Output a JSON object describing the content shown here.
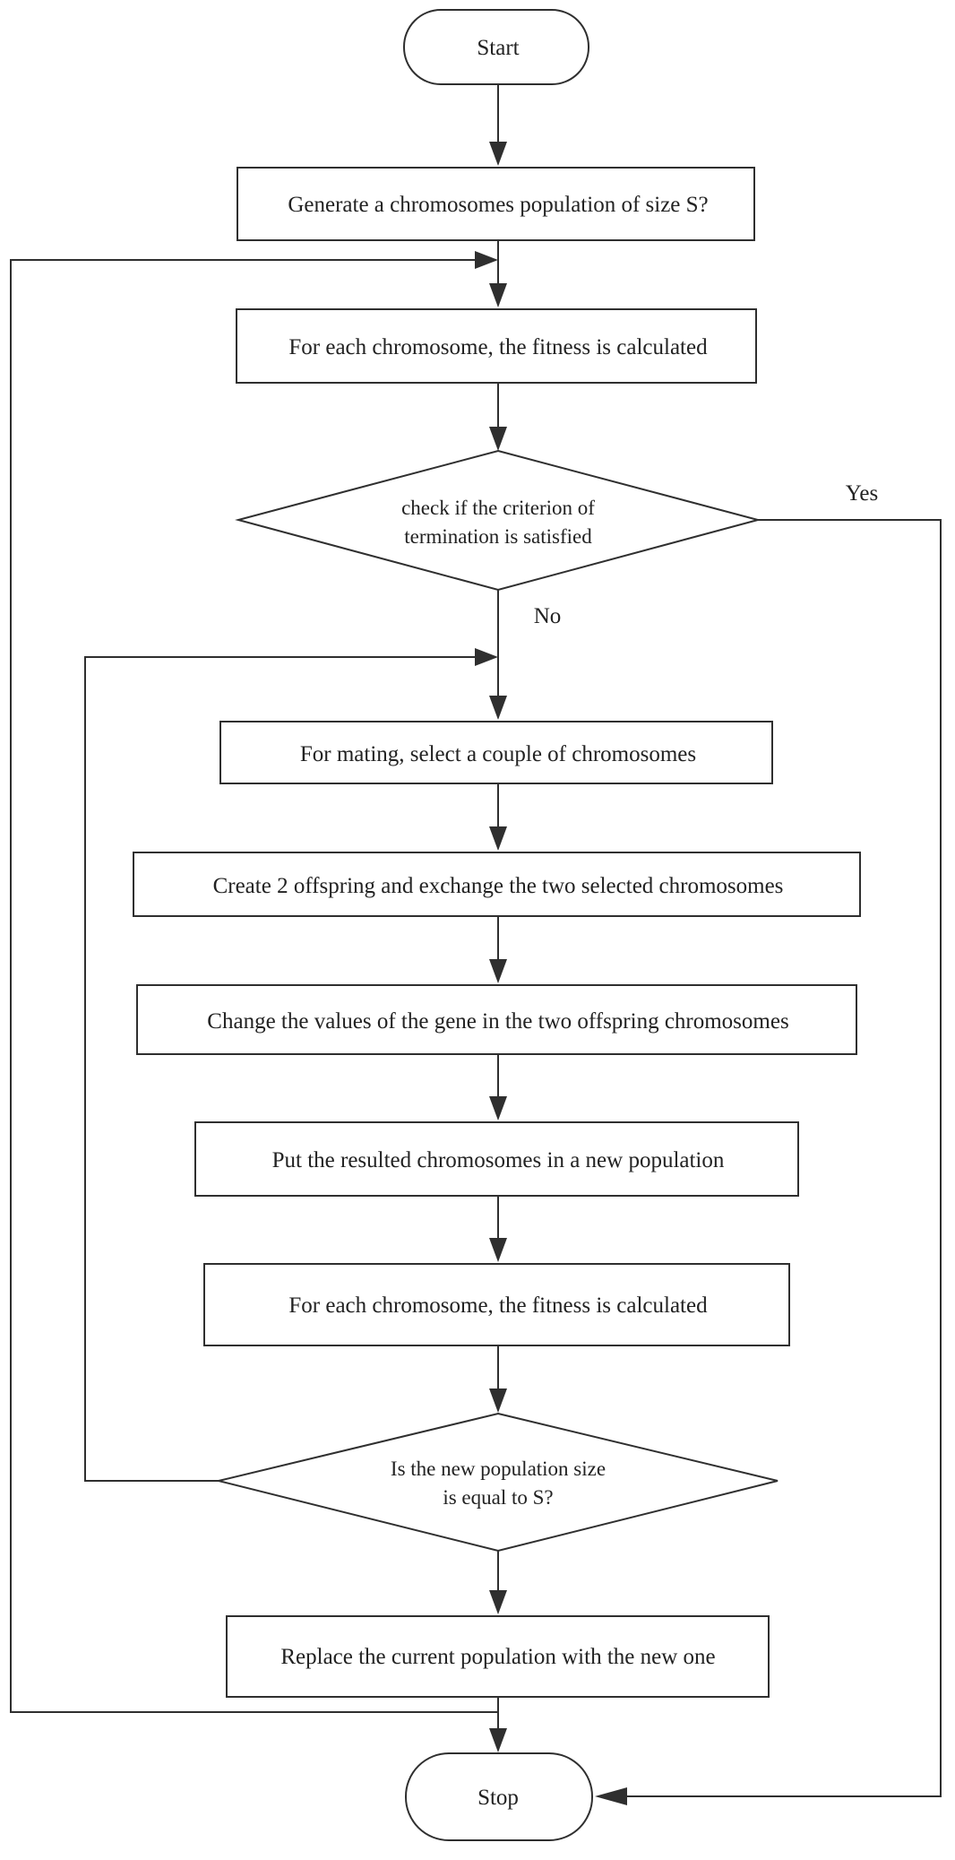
{
  "nodes": {
    "start": "Start",
    "generate": "Generate a chromosomes population of size S?",
    "fitness1": "For each chromosome, the fitness is calculated",
    "check_line1": "check if the criterion of",
    "check_line2": "termination is satisfied",
    "select": "For mating, select a couple of chromosomes",
    "create": "Create 2 offspring and exchange the two selected chromosomes",
    "change": "Change the values of the gene in the two offspring chromosomes",
    "put": "Put the resulted chromosomes in a new population",
    "fitness2": "For each chromosome, the fitness is calculated",
    "size_line1": "Is the new population size",
    "size_line2": "is equal to S?",
    "replace": "Replace the current population with the new one",
    "stop": "Stop"
  },
  "labels": {
    "yes": "Yes",
    "no": "No"
  }
}
